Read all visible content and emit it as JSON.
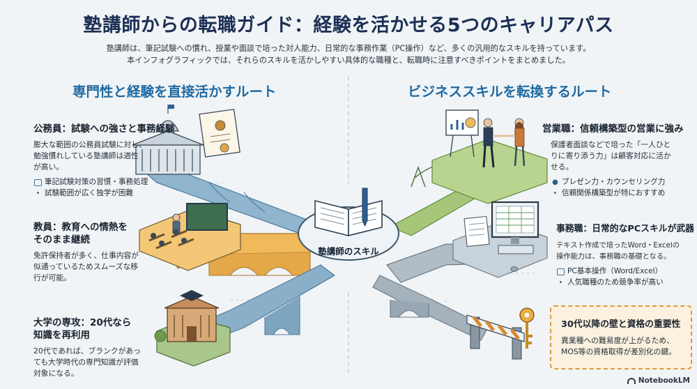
{
  "title": "塾講師からの転職ガイド：経験を活かせる5つのキャリアパス",
  "intro": [
    "塾講師は、筆記試験への慣れ、授業や面談で培った対人能力、日常的な事務作業（PC操作）など、多くの汎用的なスキルを持っています。",
    "本インフォグラフィックでは、それらのスキルを活かしやすい具体的な職種と、転職時に注意すべきポイントをまとめました。"
  ],
  "left_heading": "専門性と経験を直接活かすルート",
  "right_heading": "ビジネススキルを転換するルート",
  "hub_label": "塾講師のスキル",
  "left_cards": [
    {
      "title": "公務員：試験への強さと事務経験",
      "body": [
        "膨大な範囲の公務員試験に対し、",
        "勉強慣れしている塾講師は適性",
        "が高い。"
      ],
      "bullets": [
        {
          "icon": "document-icon",
          "text": "筆記試験対策の習慣・事務処理"
        },
        {
          "icon": "dot",
          "text": "試験範囲が広く独学が困難"
        }
      ]
    },
    {
      "title_lines": [
        "教員：教育への情熱を",
        "そのまま継続"
      ],
      "body": [
        "免許保持者が多く、仕事内容が",
        "似通っているためスムーズな移",
        "行が可能。"
      ]
    },
    {
      "title_lines": [
        "大学の専攻：20代なら",
        "知識を再利用"
      ],
      "body": [
        "20代であれば、ブランクがあっ",
        "ても大学時代の専門知識が評価",
        "対象になる。"
      ]
    }
  ],
  "right_cards": [
    {
      "title": "営業職：信頼構築型の営業に強み",
      "body": [
        "保護者面談などで培った「一人ひと",
        "りに寄り添う力」は顧客対応に活か",
        "せる。"
      ],
      "bullets": [
        {
          "icon": "person-icon",
          "text": "プレゼン力・カウンセリング力"
        },
        {
          "icon": "dot",
          "text": "信頼関係構築型が特におすすめ"
        }
      ]
    },
    {
      "title": "事務職：日常的なPCスキルが武器",
      "body": [
        "テキスト作成で培ったWord・Excelの",
        "操作能力は、事務職の基礎となる。"
      ],
      "bullets": [
        {
          "icon": "monitor-icon",
          "text": "PC基本操作（Word/Excel）"
        },
        {
          "icon": "dot",
          "text": "人気職種のため競争率が高い"
        }
      ]
    }
  ],
  "note": {
    "title": "30代以降の壁と資格の重要性",
    "body": [
      "異業種への難易度が上がるため、",
      "MOS等の資格取得が差別化の鍵。"
    ]
  },
  "brand": "NotebookLM",
  "colors": {
    "title": "#1c2f55",
    "heading": "#1f6aa3",
    "bridge_blue": "#8fb5cf",
    "bridge_orange": "#f0b95a",
    "bridge_green": "#a6c679",
    "bridge_gray": "#b0bcc6",
    "note_border": "#d99b3a"
  }
}
